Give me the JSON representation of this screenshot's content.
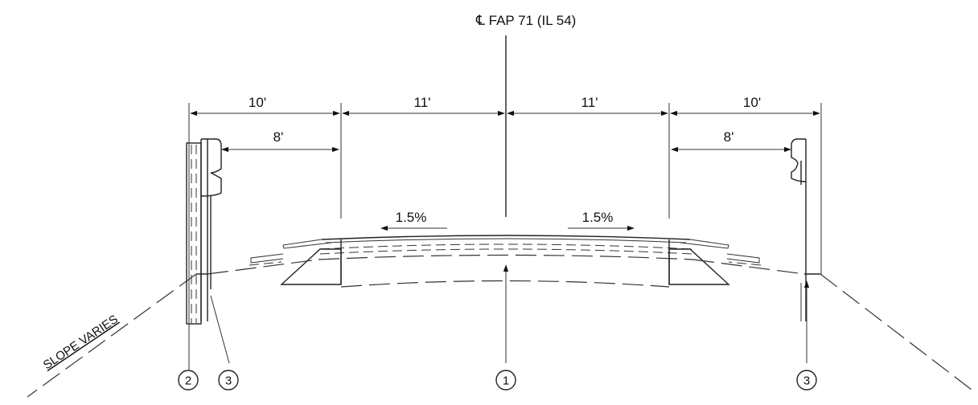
{
  "centerline_label": "℄ FAP 71 (IL 54)",
  "dimensions": {
    "left_shoulder": "10'",
    "left_lane": "11'",
    "right_lane": "11'",
    "right_shoulder": "10'",
    "left_paved_shoulder": "8'",
    "right_paved_shoulder": "8'"
  },
  "cross_slopes": {
    "left": "1.5%",
    "right": "1.5%"
  },
  "slope_note": "SLOPE VARIES",
  "callouts": {
    "left_post": "2",
    "left_rail": "3",
    "center": "1",
    "right_rail": "3"
  }
}
